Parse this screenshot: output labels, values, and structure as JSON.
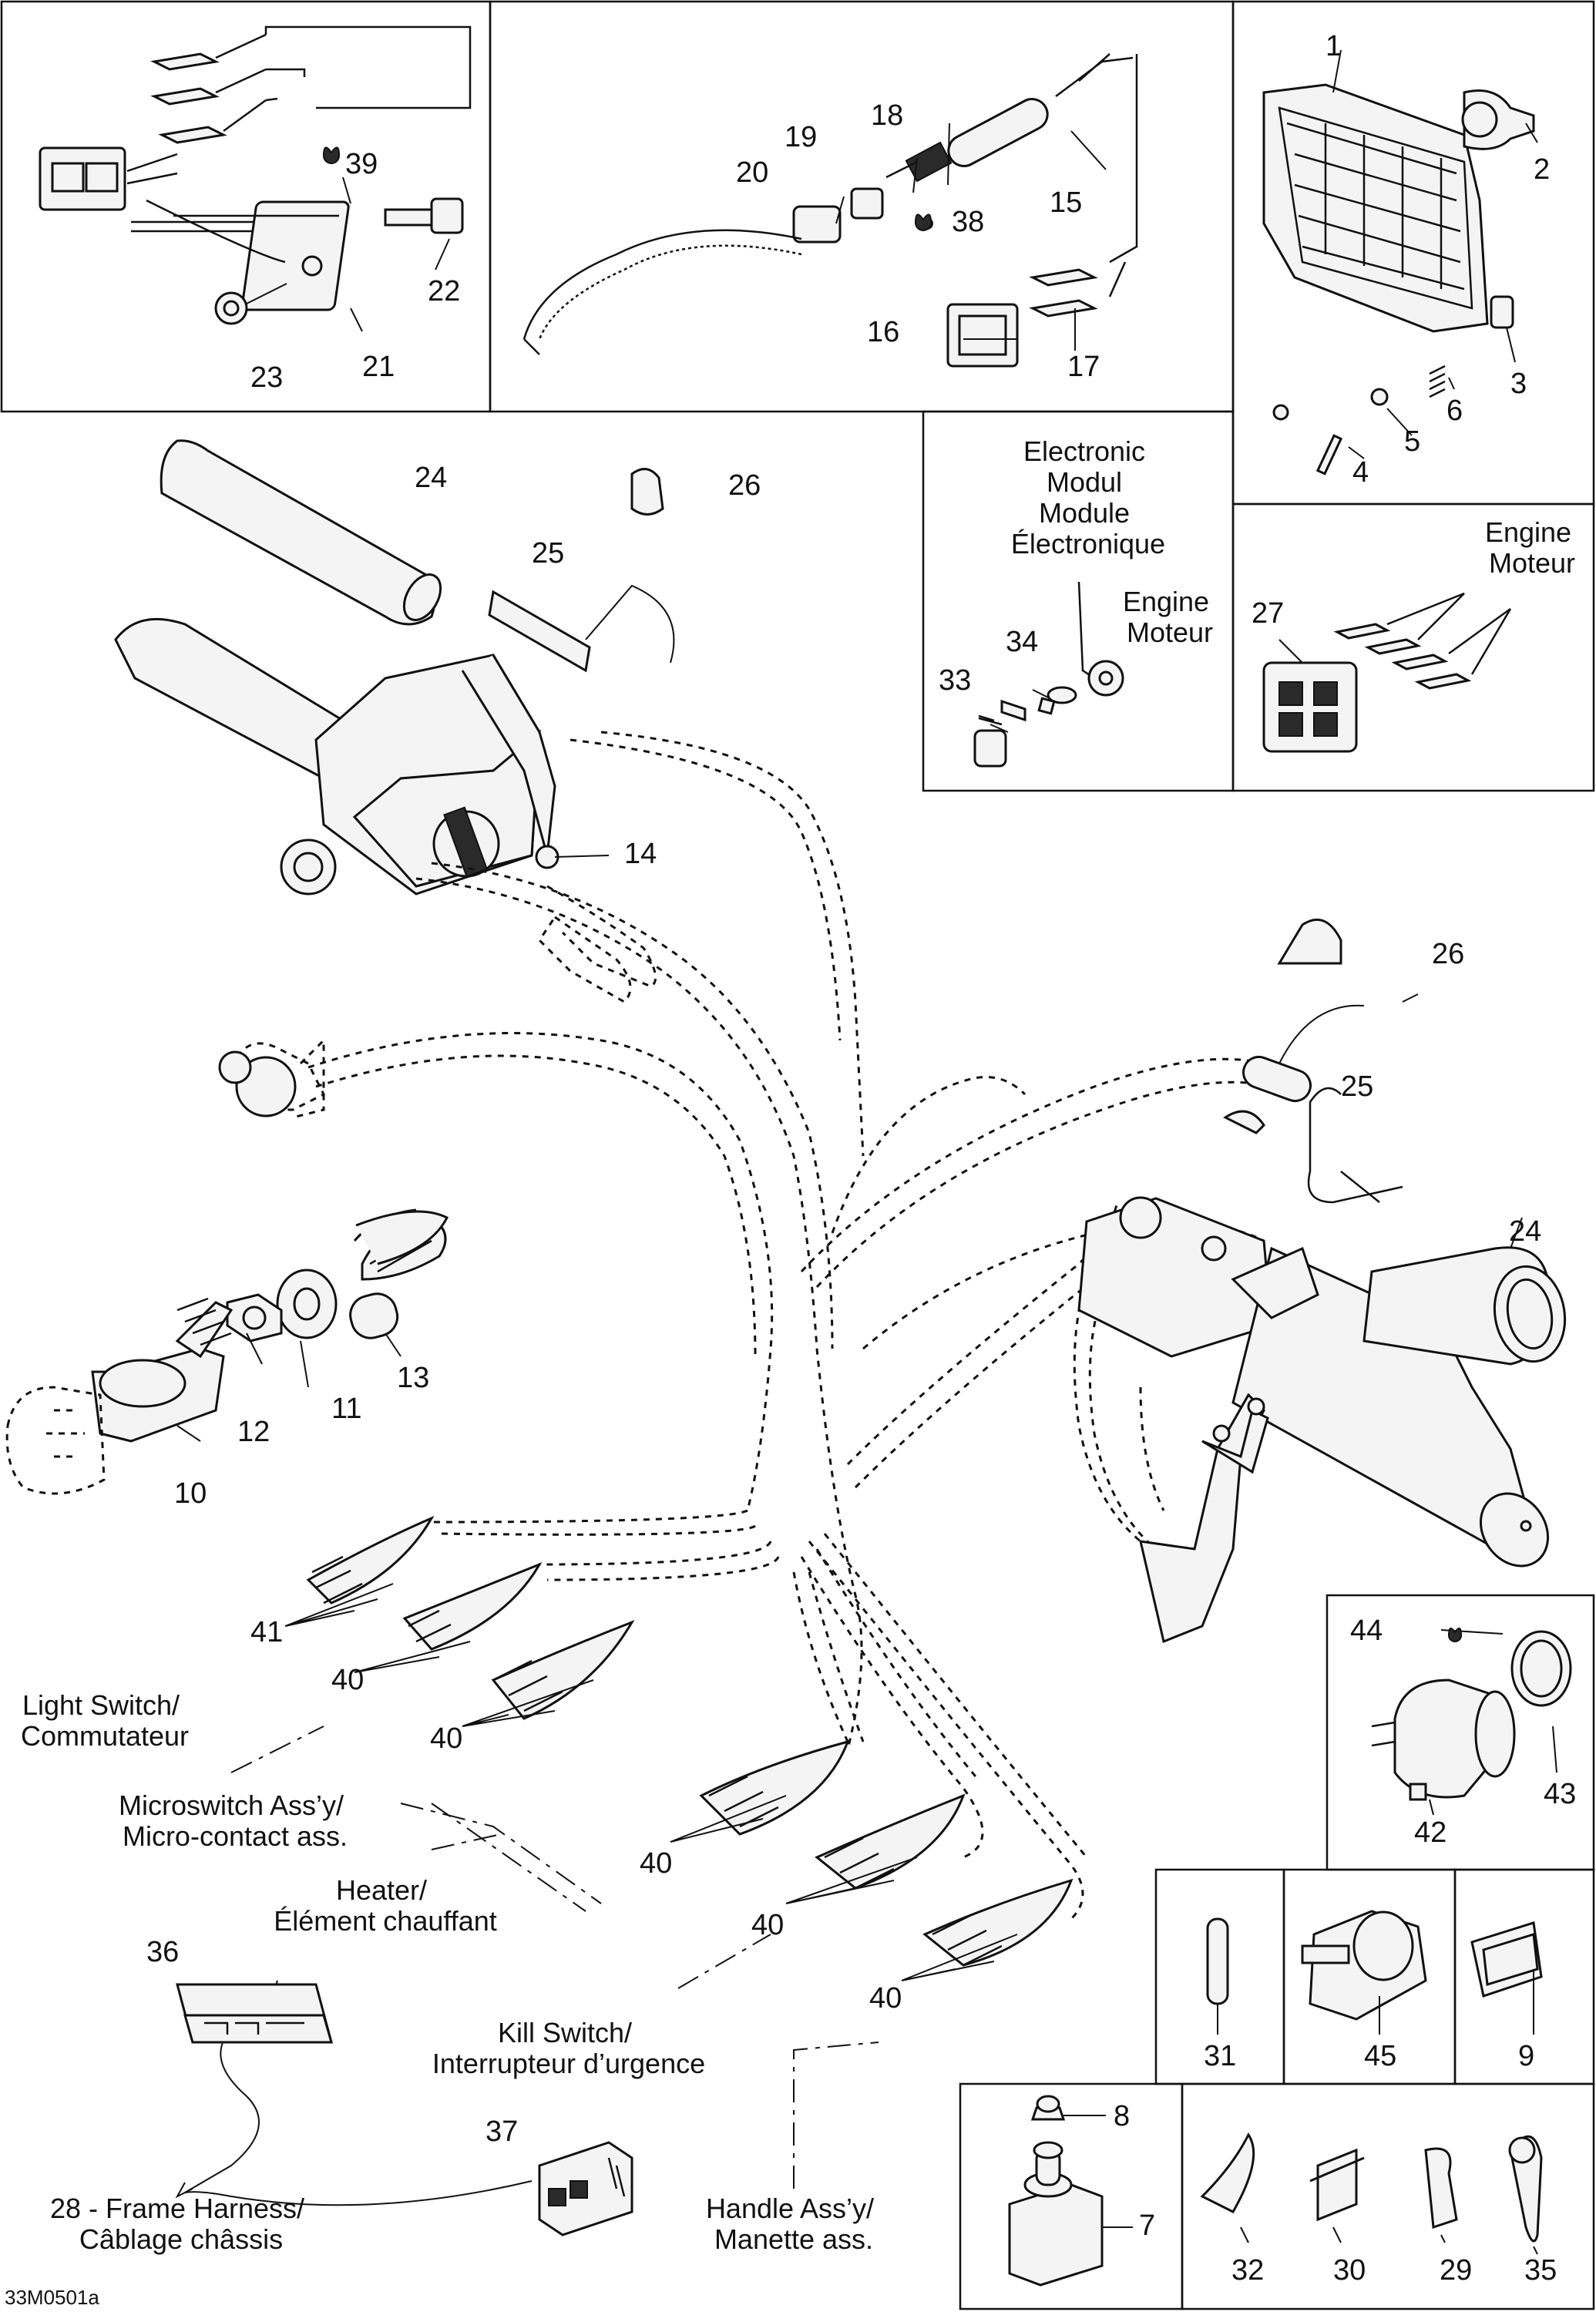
{
  "figure_code": "33M0501a",
  "labels": {
    "electronic_module": [
      "Electronic",
      "Modul",
      "Module",
      "Électronique"
    ],
    "engine_mid": [
      "Engine",
      "Moteur"
    ],
    "engine_right": [
      "Engine",
      "Moteur"
    ],
    "light_switch": [
      "Light Switch/",
      "Commutateur"
    ],
    "microswitch": [
      "Microswitch Ass’y/",
      "Micro-contact ass."
    ],
    "heater": [
      "Heater/",
      "Élément chauffant"
    ],
    "kill_switch": [
      "Kill Switch/",
      "Interrupteur d’urgence"
    ],
    "handle": [
      "Handle Ass’y/",
      "Manette ass."
    ],
    "frame_harness": [
      "28 - Frame Harness/",
      "Câblage châssis"
    ]
  },
  "callouts": {
    "n1": "1",
    "n2": "2",
    "n3": "3",
    "n4": "4",
    "n5": "5",
    "n6": "6",
    "n7": "7",
    "n8": "8",
    "n9": "9",
    "n10": "10",
    "n11": "11",
    "n12": "12",
    "n13": "13",
    "n14": "14",
    "n15": "15",
    "n16": "16",
    "n17": "17",
    "n18": "18",
    "n19": "19",
    "n20": "20",
    "n21": "21",
    "n22": "22",
    "n23": "23",
    "n24a": "24",
    "n24b": "24",
    "n25a": "25",
    "n25b": "25",
    "n26a": "26",
    "n26b": "26",
    "n27": "27",
    "n29": "29",
    "n30": "30",
    "n31": "31",
    "n32": "32",
    "n33": "33",
    "n34": "34",
    "n35": "35",
    "n36": "36",
    "n37": "37",
    "n38": "38",
    "n39": "39",
    "n40a": "40",
    "n40b": "40",
    "n40c": "40",
    "n40d": "40",
    "n40e": "40",
    "n40f": "40",
    "n41": "41",
    "n42": "42",
    "n43": "43",
    "n44": "44",
    "n45": "45"
  }
}
